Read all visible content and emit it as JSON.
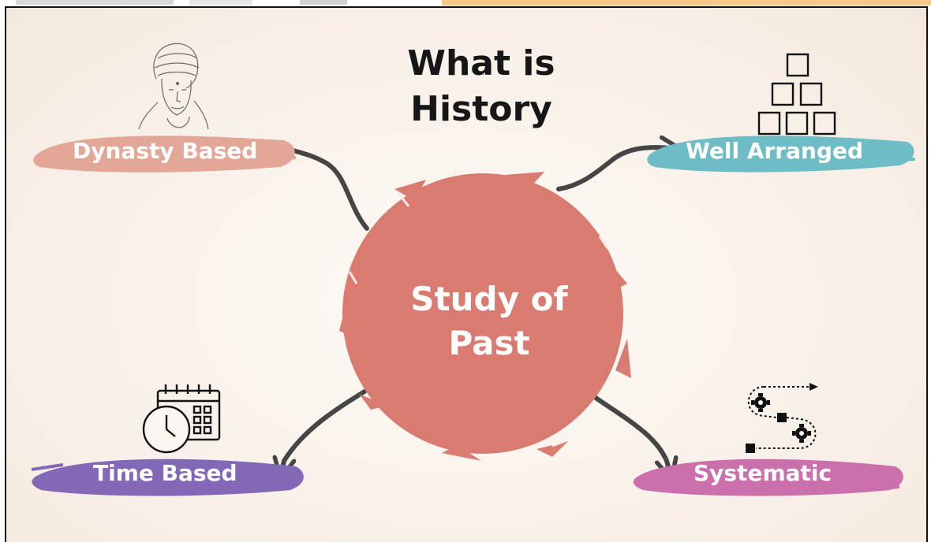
{
  "title": "What is\nHistory",
  "center": {
    "label": "Study of\nPast",
    "color": "#d97b70"
  },
  "nodes": [
    {
      "id": "dynasty",
      "label": "Dynasty Based",
      "color": "#e3a797",
      "icon": "king-portrait-icon"
    },
    {
      "id": "arranged",
      "label": "Well Arranged",
      "color": "#6dbcc6",
      "icon": "stacked-boxes-icon"
    },
    {
      "id": "time",
      "label": "Time Based",
      "color": "#8468b8",
      "icon": "calendar-clock-icon"
    },
    {
      "id": "systematic",
      "label": "Systematic",
      "color": "#cc6fad",
      "icon": "process-path-icon"
    }
  ],
  "colors": {
    "arrow": "#454545",
    "border": "#111111",
    "ink": "#161616"
  }
}
